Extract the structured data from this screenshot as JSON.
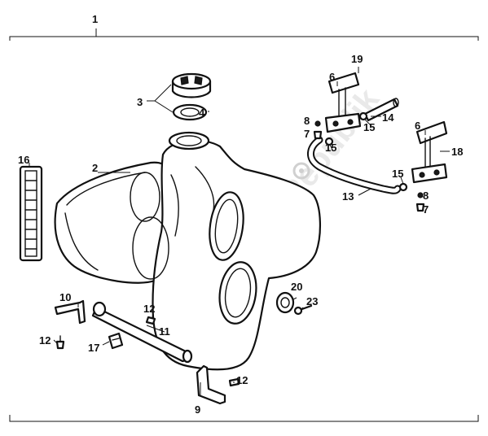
{
  "diagram": {
    "watermark": "PartsRepublik",
    "labels": {
      "l1": "1",
      "l2": "2",
      "l3": "3",
      "l4": "4",
      "l6a": "6",
      "l6b": "6",
      "l7a": "7",
      "l7b": "7",
      "l8a": "8",
      "l8b": "8",
      "l9": "9",
      "l10": "10",
      "l11": "11",
      "l12a": "12",
      "l12b": "12",
      "l12c": "12",
      "l13": "13",
      "l14": "14",
      "l15a": "15",
      "l15b": "15",
      "l15c": "15",
      "l16": "16",
      "l17": "17",
      "l18": "18",
      "l19": "19",
      "l20": "20",
      "l23": "23"
    }
  }
}
